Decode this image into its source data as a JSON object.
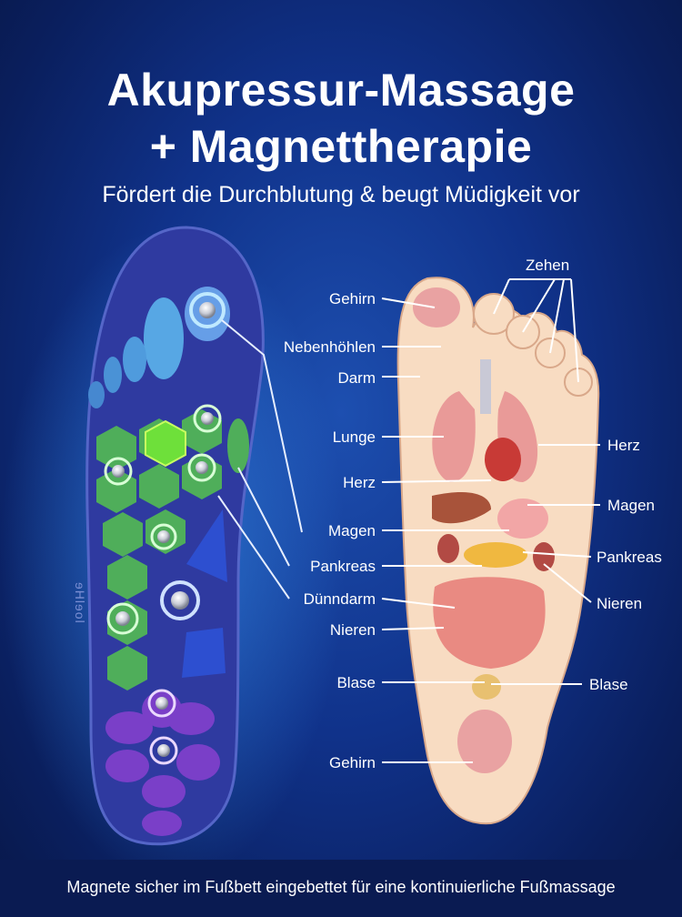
{
  "header": {
    "title_line1": "Akupressur-Massage",
    "title_line2": "+ Magnettherapie",
    "subtitle": "Fördert die Durchblutung & beugt Müdigkeit vor"
  },
  "insole": {
    "brand_text": "ɘHlɘol"
  },
  "labels_left": {
    "gehirn_top": "Gehirn",
    "nebenhoehlen": "Nebenhöhlen",
    "darm": "Darm",
    "lunge": "Lunge",
    "herz": "Herz",
    "magen": "Magen",
    "pankreas": "Pankreas",
    "duenndarm": "Dünndarm",
    "nieren": "Nieren",
    "blase": "Blase",
    "gehirn_bottom": "Gehirn"
  },
  "labels_right": {
    "zehen": "Zehen",
    "herz": "Herz",
    "magen": "Magen",
    "pankreas": "Pankreas",
    "nieren": "Nieren",
    "blase": "Blase"
  },
  "footer": {
    "text": "Magnete sicher im Fußbett eingebettet für eine kontinuierliche Fußmassage"
  },
  "colors": {
    "background": "#10328a",
    "insole": "#2f3aa0",
    "green_zone": "#4fae5a",
    "blue_zone": "#4fa3e0",
    "purple_zone": "#7a3fc8",
    "foot_skin": "#f8dcc2"
  }
}
